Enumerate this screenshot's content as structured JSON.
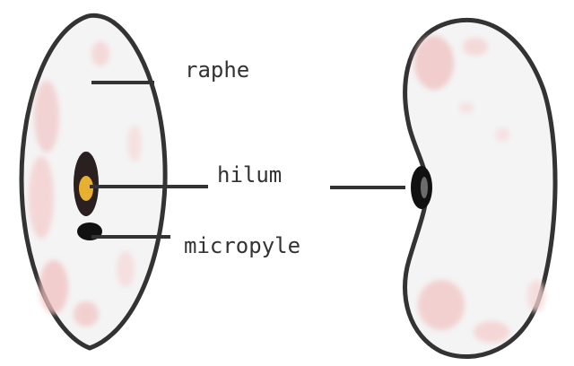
{
  "diagram": {
    "labels": {
      "raphe": "raphe",
      "hilum": "hilum",
      "micropyle": "micropyle"
    },
    "colors": {
      "outline": "#333333",
      "fill": "#f4f4f4",
      "pink_patch": "#f2c8c8",
      "hilum_yellow": "#e8b030",
      "leader_line": "#333333",
      "hilum_mark": "#111111"
    }
  }
}
